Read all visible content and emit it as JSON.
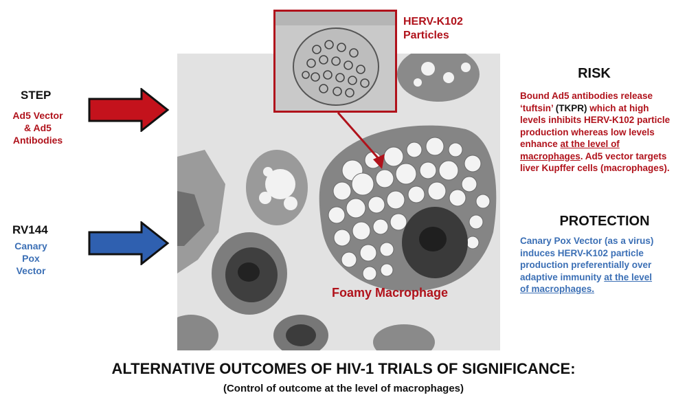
{
  "colors": {
    "red": "#b0121b",
    "blue": "#3b6fb5",
    "arrow_red": "#c4121c",
    "arrow_blue": "#2f60b0",
    "dark": "#111111"
  },
  "inset": {
    "label_line1": "HERV-K102",
    "label_line2": "Particles"
  },
  "micrograph": {
    "label": "Foamy Macrophage"
  },
  "step": {
    "title": "STEP",
    "line1": "Ad5 Vector",
    "line2": "& Ad5",
    "line3": "Antibodies"
  },
  "rv144": {
    "title": "RV144",
    "line1": "Canary",
    "line2": "Pox",
    "line3": "Vector"
  },
  "risk": {
    "heading": "RISK",
    "l1": "Bound Ad5 antibodies release",
    "l2a": "‘tuftsin’",
    "l2b": " (TKPR)",
    "l2c": " which at high",
    "l3": "levels inhibits HERV-K102 particle",
    "l4": "production whereas low levels",
    "l5a": "enhance ",
    "l5b": "at the level of",
    "l6a": "macrophages",
    "l6b": ". Ad5 vector targets",
    "l7": "liver Kupffer cells (macrophages)."
  },
  "protection": {
    "heading": "PROTECTION",
    "l1": "Canary Pox Vector (as a virus)",
    "l2": "induces HERV-K102 particle",
    "l3": "production preferentially over",
    "l4a": "adaptive immunity ",
    "l4b": "at the level",
    "l5": "of macrophages."
  },
  "footer": {
    "title": "ALTERNATIVE OUTCOMES OF HIV-1 TRIALS OF SIGNIFICANCE:",
    "subtitle": "(Control of outcome at the level of macrophages)"
  }
}
